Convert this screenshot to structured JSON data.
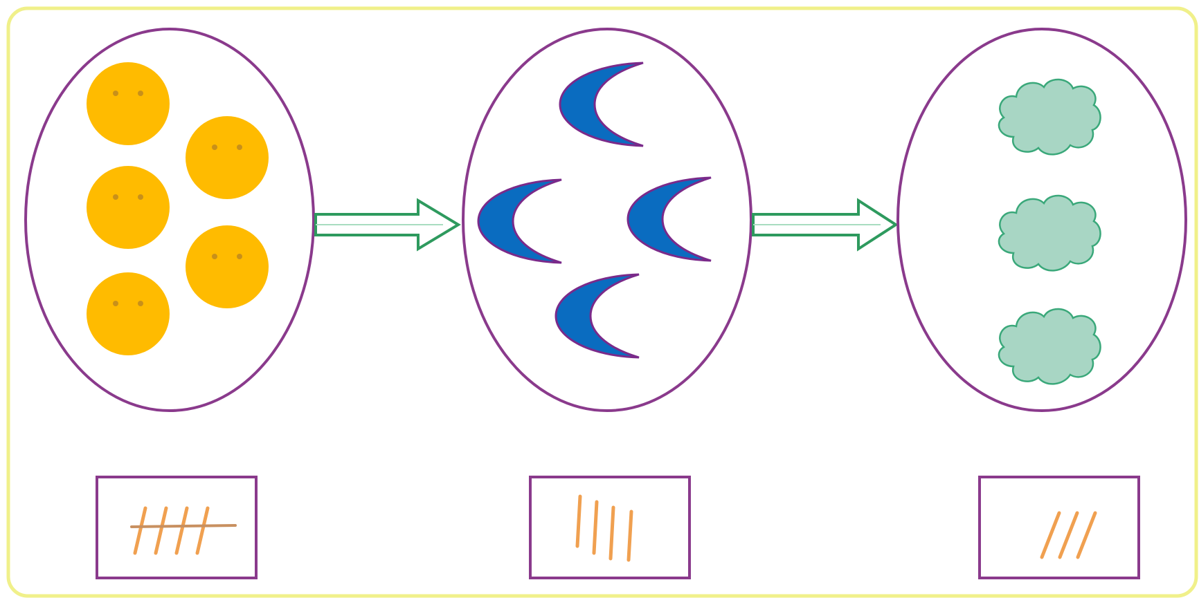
{
  "frame": {
    "border_color": "#f0f08a"
  },
  "groups": [
    {
      "shape": "sun-face",
      "count": 5,
      "tally": 5,
      "color": "#ffbb00"
    },
    {
      "shape": "crescent-moon",
      "count": 4,
      "tally": 4,
      "color": "#0a6cc0"
    },
    {
      "shape": "cloud",
      "count": 3,
      "tally": 3,
      "color": "#a8d6c4"
    }
  ],
  "colors": {
    "oval_stroke": "#8a3a8c",
    "arrow": "#2e9a5e",
    "tally": "#f0a050",
    "box_stroke": "#8a3a8c"
  }
}
